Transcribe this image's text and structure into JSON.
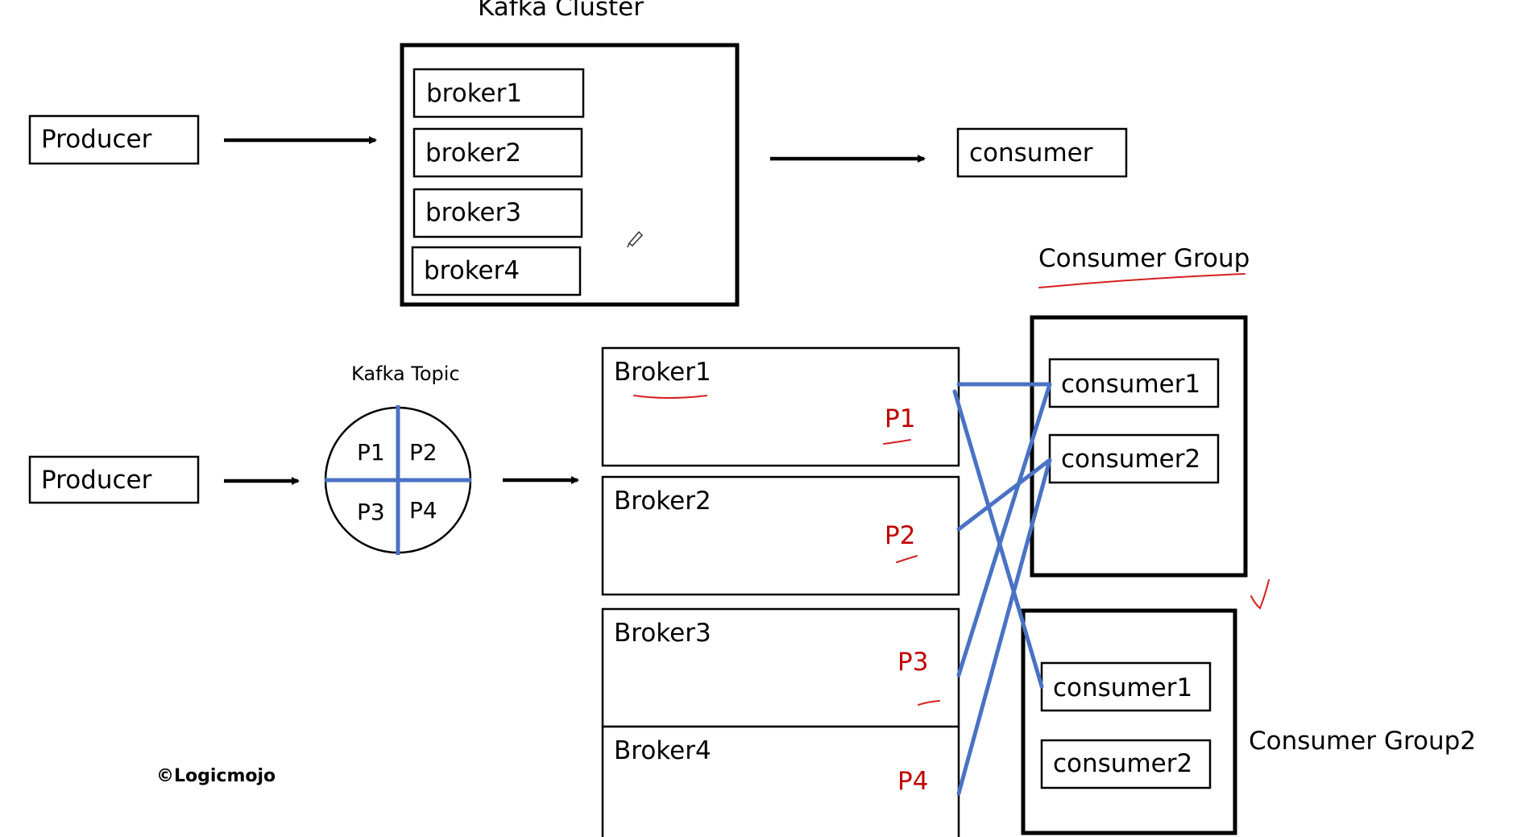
{
  "top": {
    "cluster_title": "Kafka Cluster",
    "producer_label": "Producer",
    "brokers": [
      "broker1",
      "broker2",
      "broker3",
      "broker4"
    ],
    "consumer_label": "consumer"
  },
  "bottom": {
    "producer_label": "Producer",
    "topic_title": "Kafka Topic",
    "partitions": [
      "P1",
      "P2",
      "P3",
      "P4"
    ],
    "brokers": [
      {
        "name": "Broker1",
        "partition": "P1"
      },
      {
        "name": "Broker2",
        "partition": "P2"
      },
      {
        "name": "Broker3",
        "partition": "P3"
      },
      {
        "name": "Broker4",
        "partition": "P4"
      }
    ],
    "consumer_group_1": {
      "title": "Consumer Group",
      "consumers": [
        "consumer1",
        "consumer2"
      ]
    },
    "consumer_group_2": {
      "title": "Consumer Group2",
      "consumers": [
        "consumer1",
        "consumer2"
      ]
    }
  },
  "watermark": "©Logicmojo",
  "colors": {
    "connector": "#4a72c4",
    "annotation": "#c00000",
    "outline": "#000000"
  }
}
